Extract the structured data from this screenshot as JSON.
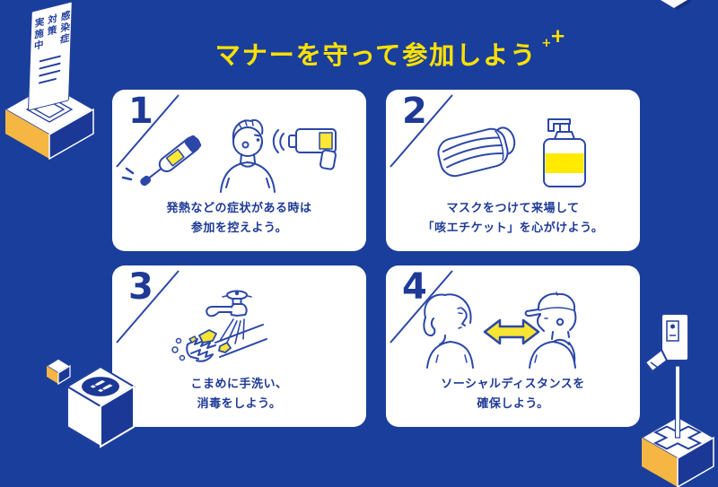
{
  "title": {
    "text": "マナーを守って参加しよう",
    "sparkles": [
      "+",
      "+"
    ]
  },
  "sign": {
    "columns": [
      "感染症",
      "対策",
      "実施中"
    ]
  },
  "badge_cube": {
    "label": "!!"
  },
  "cards": [
    {
      "number": "1",
      "icon": "fever-check",
      "lines": [
        "発熱などの症状がある時は",
        "参加を控えよう。"
      ]
    },
    {
      "number": "2",
      "icon": "mask-sanitizer",
      "lines": [
        "マスクをつけて来場して",
        "「咳エチケット」を心がけよう。"
      ]
    },
    {
      "number": "3",
      "icon": "hand-washing",
      "lines": [
        "こまめに手洗い、",
        "消毒をしよう。"
      ]
    },
    {
      "number": "4",
      "icon": "social-distance",
      "lines": [
        "ソーシャルディスタンスを",
        "確保しよう。"
      ]
    }
  ],
  "colors": {
    "background": "#1A3E9B",
    "ink_navy": "#24409E",
    "text_navy": "#1E3A96",
    "title_yellow": "#FFE100",
    "accent_yellow": "#FFE733",
    "cube_amber": "#F6B643",
    "cube_navy": "#1B3896",
    "card_white": "#FFFFFF"
  }
}
